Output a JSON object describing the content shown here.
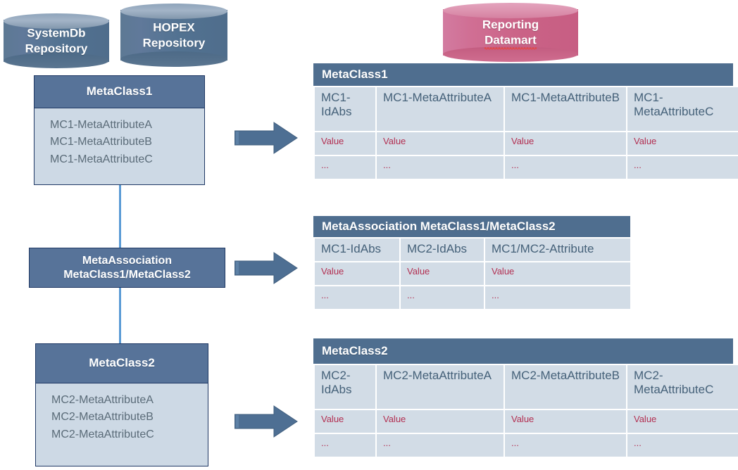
{
  "sources": {
    "systemdb": {
      "line1": "SystemDb",
      "line2": "Repository"
    },
    "hopex": {
      "line1": "HOPEX",
      "line2": "Repository"
    },
    "datamart": {
      "line1": "Reporting",
      "line2": "Datamart"
    }
  },
  "model": {
    "metaclass1": {
      "title": "MetaClass1",
      "attributes": [
        "MC1-MetaAttributeA",
        "MC1-MetaAttributeB",
        "MC1-MetaAttributeC"
      ]
    },
    "metaassociation": {
      "line1": "MetaAssociation",
      "line2": "MetaClass1/MetaClass2"
    },
    "metaclass2": {
      "title": "MetaClass2",
      "attributes": [
        "MC2-MetaAttributeA",
        "MC2-MetaAttributeB",
        "MC2-MetaAttributeC"
      ]
    }
  },
  "tables": {
    "metaclass1": {
      "title": "MetaClass1",
      "columns": [
        "MC1-IdAbs",
        "MC1-MetaAttributeA",
        "MC1-MetaAttributeB",
        "MC1-MetaAttributeC"
      ],
      "rows": [
        [
          "Value",
          "Value",
          "Value",
          "Value"
        ],
        [
          "...",
          "...",
          "...",
          "..."
        ]
      ]
    },
    "metaassociation": {
      "title": "MetaAssociation  MetaClass1/MetaClass2",
      "columns": [
        "MC1-IdAbs",
        "MC2-IdAbs",
        "MC1/MC2-Attribute"
      ],
      "rows": [
        [
          "Value",
          "Value",
          "Value"
        ],
        [
          "...",
          "...",
          "..."
        ]
      ]
    },
    "metaclass2": {
      "title": "MetaClass2",
      "columns": [
        "MC2-IdAbs",
        "MC2-MetaAttributeA",
        "MC2-MetaAttributeB",
        "MC2-MetaAttributeC"
      ],
      "rows": [
        [
          "Value",
          "Value",
          "Value",
          "Value"
        ],
        [
          "...",
          "...",
          "...",
          "..."
        ]
      ]
    }
  },
  "colors": {
    "header_blue": "#4f6e8f",
    "box_blue": "#577399",
    "cell_blue": "#d2dce6",
    "attr_panel": "#cdd9e5",
    "value_red": "#b23052",
    "connector_blue": "#5b9bd5",
    "arrow_blue": "#4e6f93",
    "datamart_pink": "#ca6286"
  }
}
